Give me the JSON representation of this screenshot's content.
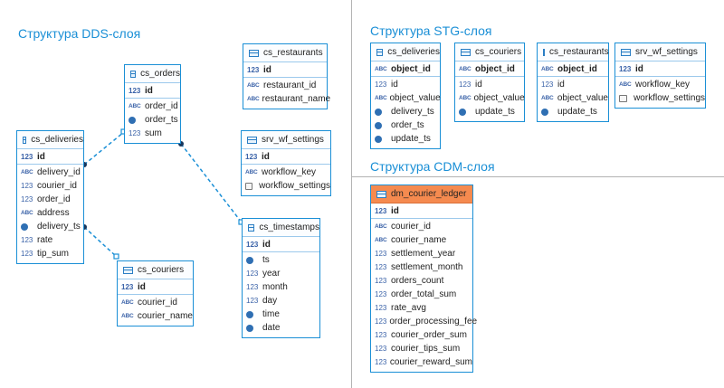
{
  "sections": {
    "dds": "Структура DDS-слоя",
    "stg": "Структура STG-слоя",
    "cdm": "Структура CDM-слоя"
  },
  "icons": {
    "int": "123",
    "text": "ABC",
    "timestamp": "clock-icon",
    "json": "json-doc-icon",
    "table": "table-icon"
  },
  "colors": {
    "accent": "#1a8fd6",
    "cdm_header": "#f58a4f"
  },
  "tables": {
    "dds_cs_orders": {
      "name": "cs_orders",
      "fields": [
        {
          "name": "id",
          "type": "int",
          "pk": true
        },
        {
          "name": "order_id",
          "type": "text"
        },
        {
          "name": "order_ts",
          "type": "timestamp"
        },
        {
          "name": "sum",
          "type": "int"
        }
      ]
    },
    "dds_cs_restaurants": {
      "name": "cs_restaurants",
      "fields": [
        {
          "name": "id",
          "type": "int",
          "pk": true
        },
        {
          "name": "restaurant_id",
          "type": "text"
        },
        {
          "name": "restaurant_name",
          "type": "text"
        }
      ]
    },
    "dds_cs_deliveries": {
      "name": "cs_deliveries",
      "fields": [
        {
          "name": "id",
          "type": "int",
          "pk": true
        },
        {
          "name": "delivery_id",
          "type": "text"
        },
        {
          "name": "courier_id",
          "type": "int"
        },
        {
          "name": "order_id",
          "type": "int"
        },
        {
          "name": "address",
          "type": "text"
        },
        {
          "name": "delivery_ts",
          "type": "timestamp"
        },
        {
          "name": "rate",
          "type": "int"
        },
        {
          "name": "tip_sum",
          "type": "int"
        }
      ]
    },
    "dds_srv_wf_settings": {
      "name": "srv_wf_settings",
      "fields": [
        {
          "name": "id",
          "type": "int",
          "pk": true
        },
        {
          "name": "workflow_key",
          "type": "text"
        },
        {
          "name": "workflow_settings",
          "type": "json"
        }
      ]
    },
    "dds_cs_timestamps": {
      "name": "cs_timestamps",
      "fields": [
        {
          "name": "id",
          "type": "int",
          "pk": true
        },
        {
          "name": "ts",
          "type": "timestamp"
        },
        {
          "name": "year",
          "type": "int"
        },
        {
          "name": "month",
          "type": "int"
        },
        {
          "name": "day",
          "type": "int"
        },
        {
          "name": "time",
          "type": "timestamp"
        },
        {
          "name": "date",
          "type": "timestamp"
        }
      ]
    },
    "dds_cs_couriers": {
      "name": "cs_couriers",
      "fields": [
        {
          "name": "id",
          "type": "int",
          "pk": true
        },
        {
          "name": "courier_id",
          "type": "text"
        },
        {
          "name": "courier_name",
          "type": "text"
        }
      ]
    },
    "stg_cs_deliveries": {
      "name": "cs_deliveries",
      "fields": [
        {
          "name": "object_id",
          "type": "text",
          "pk": true
        },
        {
          "name": "id",
          "type": "int"
        },
        {
          "name": "object_value",
          "type": "text"
        },
        {
          "name": "delivery_ts",
          "type": "timestamp"
        },
        {
          "name": "order_ts",
          "type": "timestamp"
        },
        {
          "name": "update_ts",
          "type": "timestamp"
        }
      ]
    },
    "stg_cs_couriers": {
      "name": "cs_couriers",
      "fields": [
        {
          "name": "object_id",
          "type": "text",
          "pk": true
        },
        {
          "name": "id",
          "type": "int"
        },
        {
          "name": "object_value",
          "type": "text"
        },
        {
          "name": "update_ts",
          "type": "timestamp"
        }
      ]
    },
    "stg_cs_restaurants": {
      "name": "cs_restaurants",
      "fields": [
        {
          "name": "object_id",
          "type": "text",
          "pk": true
        },
        {
          "name": "id",
          "type": "int"
        },
        {
          "name": "object_value",
          "type": "text"
        },
        {
          "name": "update_ts",
          "type": "timestamp"
        }
      ]
    },
    "stg_srv_wf_settings": {
      "name": "srv_wf_settings",
      "fields": [
        {
          "name": "id",
          "type": "int",
          "pk": true
        },
        {
          "name": "workflow_key",
          "type": "text"
        },
        {
          "name": "workflow_settings",
          "type": "json"
        }
      ]
    },
    "cdm_dm_courier_ledger": {
      "name": "dm_courier_ledger",
      "fields": [
        {
          "name": "id",
          "type": "int",
          "pk": true
        },
        {
          "name": "courier_id",
          "type": "text"
        },
        {
          "name": "courier_name",
          "type": "text"
        },
        {
          "name": "settlement_year",
          "type": "int"
        },
        {
          "name": "settlement_month",
          "type": "int"
        },
        {
          "name": "orders_count",
          "type": "int"
        },
        {
          "name": "order_total_sum",
          "type": "int"
        },
        {
          "name": "rate_avg",
          "type": "int"
        },
        {
          "name": "order_processing_fee",
          "type": "int"
        },
        {
          "name": "courier_order_sum",
          "type": "int"
        },
        {
          "name": "courier_tips_sum",
          "type": "int"
        },
        {
          "name": "courier_reward_sum",
          "type": "int"
        }
      ]
    }
  }
}
